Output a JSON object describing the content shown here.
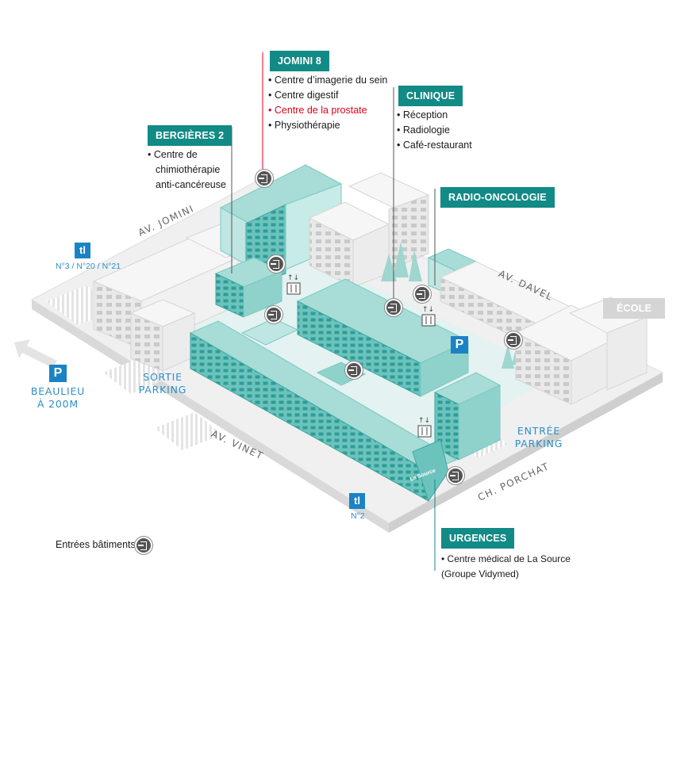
{
  "labels": {
    "jomini8": "JOMINI 8",
    "clinique": "CLINIQUE",
    "bergieres2": "BERGIÈRES 2",
    "radio_oncologie": "RADIO-ONCOLOGIE",
    "ecole": "ÉCOLE",
    "urgences": "URGENCES"
  },
  "jomini8_items": [
    "Centre d’imagerie du sein",
    "Centre digestif",
    "Centre de la prostate",
    "Physiothérapie"
  ],
  "clinique_items": [
    "Réception",
    "Radiologie",
    "Café-restaurant"
  ],
  "bergieres_item": [
    "Centre de",
    "chimiothérapie",
    "anti-cancéreuse"
  ],
  "urgences_item": [
    "Centre médical de La Source",
    "(Groupe Vidymed)"
  ],
  "streets": {
    "jomini": "AV. JOMINI",
    "davel": "AV. DAVEL",
    "vinet": "AV. VINET",
    "porchat": "CH. PORCHAT"
  },
  "parking": {
    "sortie": [
      "SORTIE",
      "PARKING"
    ],
    "entree": [
      "ENTRÉE",
      "PARKING"
    ],
    "beaulieu": [
      "BEAULIEU",
      "À 200M"
    ],
    "p_symbol": "P"
  },
  "transit": {
    "tl_symbol": "tl",
    "lines_top": "N°3 / N°20 / N°21",
    "lines_bottom": "N°2"
  },
  "building_sign": "La Source",
  "legend": "Entrées bâtiments",
  "colors": {
    "teal": "#128a85",
    "red_highlight": "#e2001a",
    "transit_blue": "#1b82c5",
    "parking_text": "#2e8fc7"
  }
}
